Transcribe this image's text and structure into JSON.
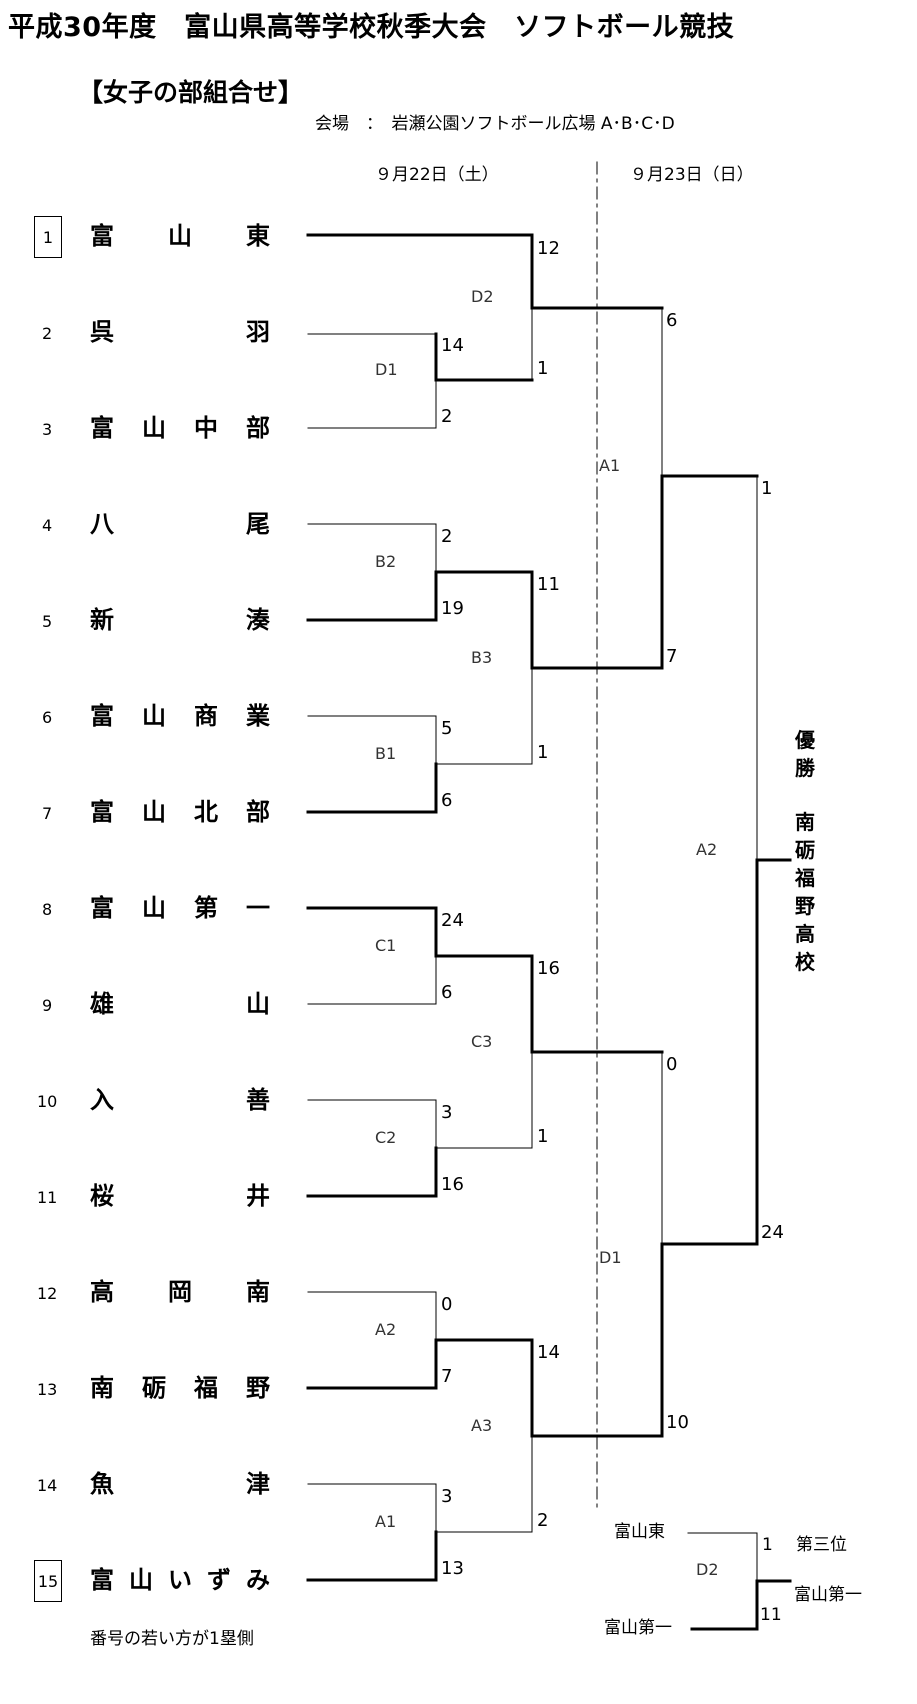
{
  "header": {
    "title": "平成30年度　富山県高等学校秋季大会　ソフトボール競技",
    "section": "【女子の部組合せ】",
    "venue": "会場　：　岩瀬公園ソフトボール広場 A･B･C･D",
    "date1": "９月22日（土）",
    "date2": "９月23日（日）"
  },
  "teams": [
    {
      "no": "1",
      "chars": [
        "富",
        "山",
        "東"
      ]
    },
    {
      "no": "2",
      "chars": [
        "呉",
        "羽"
      ]
    },
    {
      "no": "3",
      "chars": [
        "富",
        "山",
        "中",
        "部"
      ]
    },
    {
      "no": "4",
      "chars": [
        "八",
        "尾"
      ]
    },
    {
      "no": "5",
      "chars": [
        "新",
        "湊"
      ]
    },
    {
      "no": "6",
      "chars": [
        "富",
        "山",
        "商",
        "業"
      ]
    },
    {
      "no": "7",
      "chars": [
        "富",
        "山",
        "北",
        "部"
      ]
    },
    {
      "no": "8",
      "chars": [
        "富",
        "山",
        "第",
        "一"
      ]
    },
    {
      "no": "9",
      "chars": [
        "雄",
        "山"
      ]
    },
    {
      "no": "10",
      "chars": [
        "入",
        "善"
      ]
    },
    {
      "no": "11",
      "chars": [
        "桜",
        "井"
      ]
    },
    {
      "no": "12",
      "chars": [
        "高",
        "岡",
        "南"
      ]
    },
    {
      "no": "13",
      "chars": [
        "南",
        "砺",
        "福",
        "野"
      ]
    },
    {
      "no": "14",
      "chars": [
        "魚",
        "津"
      ]
    },
    {
      "no": "15",
      "chars": [
        "富",
        "山",
        "い",
        "ず",
        "み"
      ]
    }
  ],
  "scores": {
    "d1_top": "14",
    "d1_bottom": "2",
    "d2_top": "12",
    "d2_bottom": "1",
    "b2_top": "2",
    "b2_bottom": "19",
    "b1_top": "5",
    "b1_bottom": "6",
    "b3_top": "11",
    "b3_bottom": "1",
    "a1_top": "6",
    "a1_bottom": "7",
    "c1_top": "24",
    "c1_bottom": "6",
    "c2_top": "3",
    "c2_bottom": "16",
    "c3_top": "16",
    "c3_bottom": "1",
    "a2r1_top": "0",
    "a2r1_bottom": "7",
    "a1r1_top": "3",
    "a1r1_bottom": "13",
    "a3_top": "14",
    "a3_bottom": "2",
    "d1r3_top": "0",
    "d1r3_bottom": "10",
    "final_top": "1",
    "final_bottom": "24"
  },
  "courts": {
    "d2": "D2",
    "d1": "D1",
    "b2": "B2",
    "b3": "B3",
    "b1": "B1",
    "a1": "A1",
    "c1": "C1",
    "c3": "C3",
    "c2": "C2",
    "d1_r3": "D1",
    "a2": "A2",
    "a3": "A3",
    "a1_r1": "A1",
    "a2_final": "A2"
  },
  "champion": {
    "label": [
      "優",
      "勝"
    ],
    "name": [
      "南",
      "砺",
      "福",
      "野",
      "高",
      "校"
    ]
  },
  "third_place": {
    "team1": "富山東",
    "team2": "富山第一",
    "court": "D2",
    "score1": "1",
    "score2": "11",
    "label": "第三位",
    "winner": "富山第一"
  },
  "note": "番号の若い方が1塁側"
}
